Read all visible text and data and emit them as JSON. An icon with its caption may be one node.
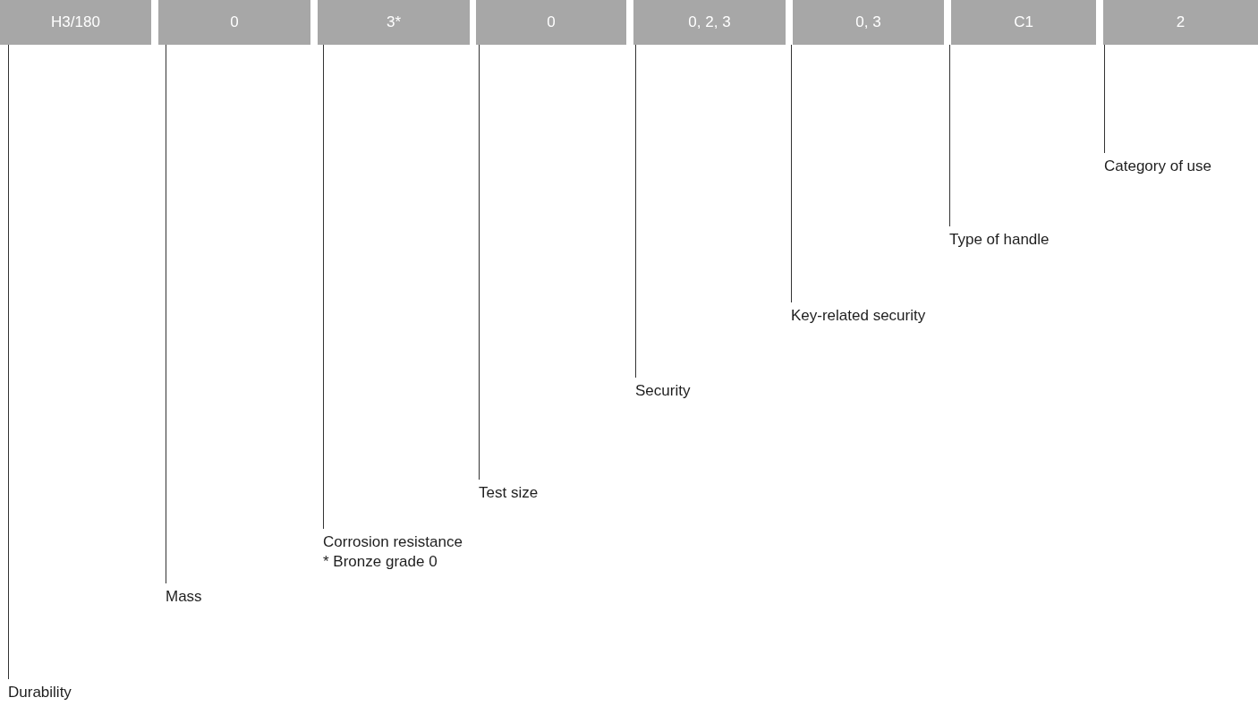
{
  "diagram": {
    "nodes": [
      {
        "text": [
          "H3/180"
        ]
      },
      {
        "text": [
          "0"
        ]
      },
      {
        "text": [
          "3*"
        ]
      },
      {
        "text": [
          "0"
        ]
      },
      {
        "text": [
          "0, 2, 3"
        ]
      },
      {
        "text": [
          "0, 3"
        ]
      },
      {
        "text": [
          "C1"
        ]
      },
      {
        "text": [
          "2"
        ]
      },
      {
        "text": [
          "Durability"
        ]
      },
      {
        "text": [
          "Mass"
        ]
      },
      {
        "text": [
          "Corrosion resistance",
          "* Bronze grade 0"
        ]
      },
      {
        "text": [
          "Test size"
        ]
      },
      {
        "text": [
          "Security"
        ]
      },
      {
        "text": [
          "Key-related security"
        ]
      },
      {
        "text": [
          "Type of handle"
        ]
      },
      {
        "text": [
          "Category of use"
        ]
      }
    ],
    "edges": [
      {
        "from": 8,
        "to": 0,
        "arrow": "none"
      },
      {
        "from": 9,
        "to": 1,
        "arrow": "none"
      },
      {
        "from": 10,
        "to": 2,
        "arrow": "none"
      },
      {
        "from": 11,
        "to": 3,
        "arrow": "none"
      },
      {
        "from": 12,
        "to": 4,
        "arrow": "none"
      },
      {
        "from": 13,
        "to": 5,
        "arrow": "none"
      },
      {
        "from": 14,
        "to": 6,
        "arrow": "none"
      },
      {
        "from": 15,
        "to": 7,
        "arrow": "none"
      }
    ]
  }
}
